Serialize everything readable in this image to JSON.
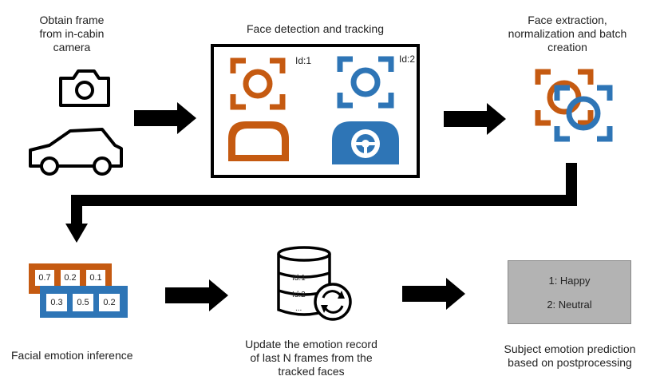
{
  "steps": {
    "obtain_frame": {
      "line1": "Obtain frame",
      "line2": "from in-cabin",
      "line3": "camera"
    },
    "detection": {
      "title": "Face detection and tracking",
      "id1": "Id:1",
      "id2": "Id:2"
    },
    "extraction": {
      "line1": "Face extraction,",
      "line2": "normalization and batch",
      "line3": "creation"
    },
    "inference": {
      "label": "Facial emotion inference",
      "row1": [
        "0.7",
        "0.2",
        "0.1"
      ],
      "row2": [
        "0.3",
        "0.5",
        "0.2"
      ]
    },
    "record": {
      "line1": "Update the emotion record",
      "line2": "of last N frames from the",
      "line3": "tracked faces",
      "db_id1": "Id:1",
      "db_id2": "Id:2",
      "db_more": "..."
    },
    "prediction": {
      "line1": "Subject emotion prediction",
      "line2": "based on postprocessing",
      "result1": "1: Happy",
      "result2": "2: Neutral"
    }
  },
  "colors": {
    "orange": "#c55a11",
    "blue": "#2e75b6",
    "black": "#000000",
    "gray": "#b3b3b3"
  }
}
